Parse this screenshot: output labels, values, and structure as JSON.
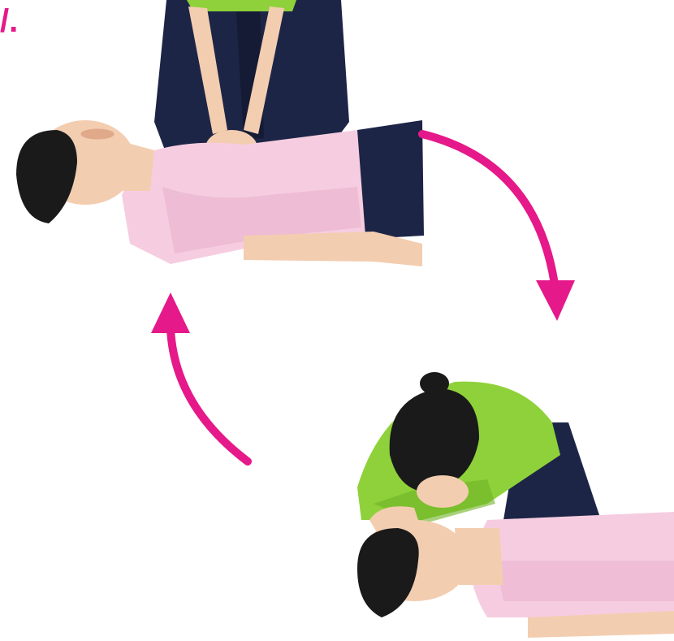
{
  "corner_mark": "/.",
  "colors": {
    "accent": "#e5198a",
    "shirt_pink": "#f6cde0",
    "shirt_pink_shadow": "#e8aecb",
    "shirt_green": "#8fd13a",
    "shirt_green_shadow": "#6fb326",
    "pants_navy": "#1d2547",
    "skin": "#f3cdb0",
    "skin_shadow": "#dfa98a",
    "hair": "#1a1a1a"
  },
  "scenes": [
    {
      "id": "chest-compressions",
      "icons": [
        "patient-lying",
        "rescuer-pressing"
      ]
    },
    {
      "id": "rescue-breaths",
      "icons": [
        "patient-lying",
        "rescuer-breathing"
      ]
    }
  ],
  "arrows": [
    {
      "id": "compressions-to-breaths",
      "direction": "clockwise"
    },
    {
      "id": "breaths-to-compressions",
      "direction": "counter-clockwise"
    }
  ]
}
